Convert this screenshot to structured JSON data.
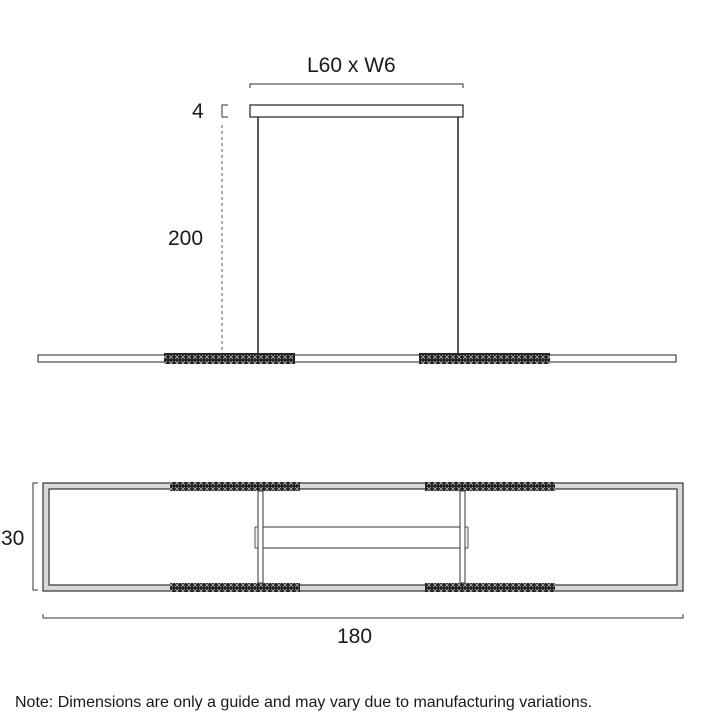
{
  "dimensions": {
    "canopy": "L60 x W6",
    "canopy_height": "4",
    "drop": "200",
    "width": "30",
    "length": "180"
  },
  "note": "Note: Dimensions are only a guide and may vary due to manufacturing variations.",
  "colors": {
    "line": "#1a1a1a",
    "frame_fill": "#d9d9d9",
    "led": "#222222"
  }
}
